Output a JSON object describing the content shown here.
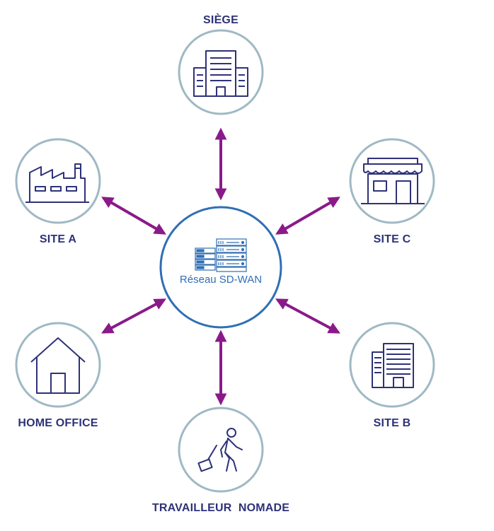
{
  "diagram": {
    "center": {
      "label": "Réseau SD-WAN",
      "icon": "server-rack-icon"
    },
    "nodes": [
      {
        "id": "siege",
        "label": "SIÈGE",
        "icon": "office-building-icon"
      },
      {
        "id": "site-a",
        "label": "SITE A",
        "icon": "factory-icon"
      },
      {
        "id": "site-c",
        "label": "SITE C",
        "icon": "store-icon"
      },
      {
        "id": "home-office",
        "label": "HOME OFFICE",
        "icon": "house-icon"
      },
      {
        "id": "site-b",
        "label": "SITE B",
        "icon": "apartment-building-icon"
      },
      {
        "id": "travailleur-nomade",
        "label": "TRAVAILLEUR  NOMADE",
        "icon": "traveler-icon"
      }
    ],
    "colors": {
      "ring": "#9fb9c4",
      "icon": "#2e3278",
      "center_ring": "#2f6fb4",
      "center_text": "#2f6fb4",
      "arrow": "#8a1a8a",
      "label": "#2e3278"
    }
  }
}
